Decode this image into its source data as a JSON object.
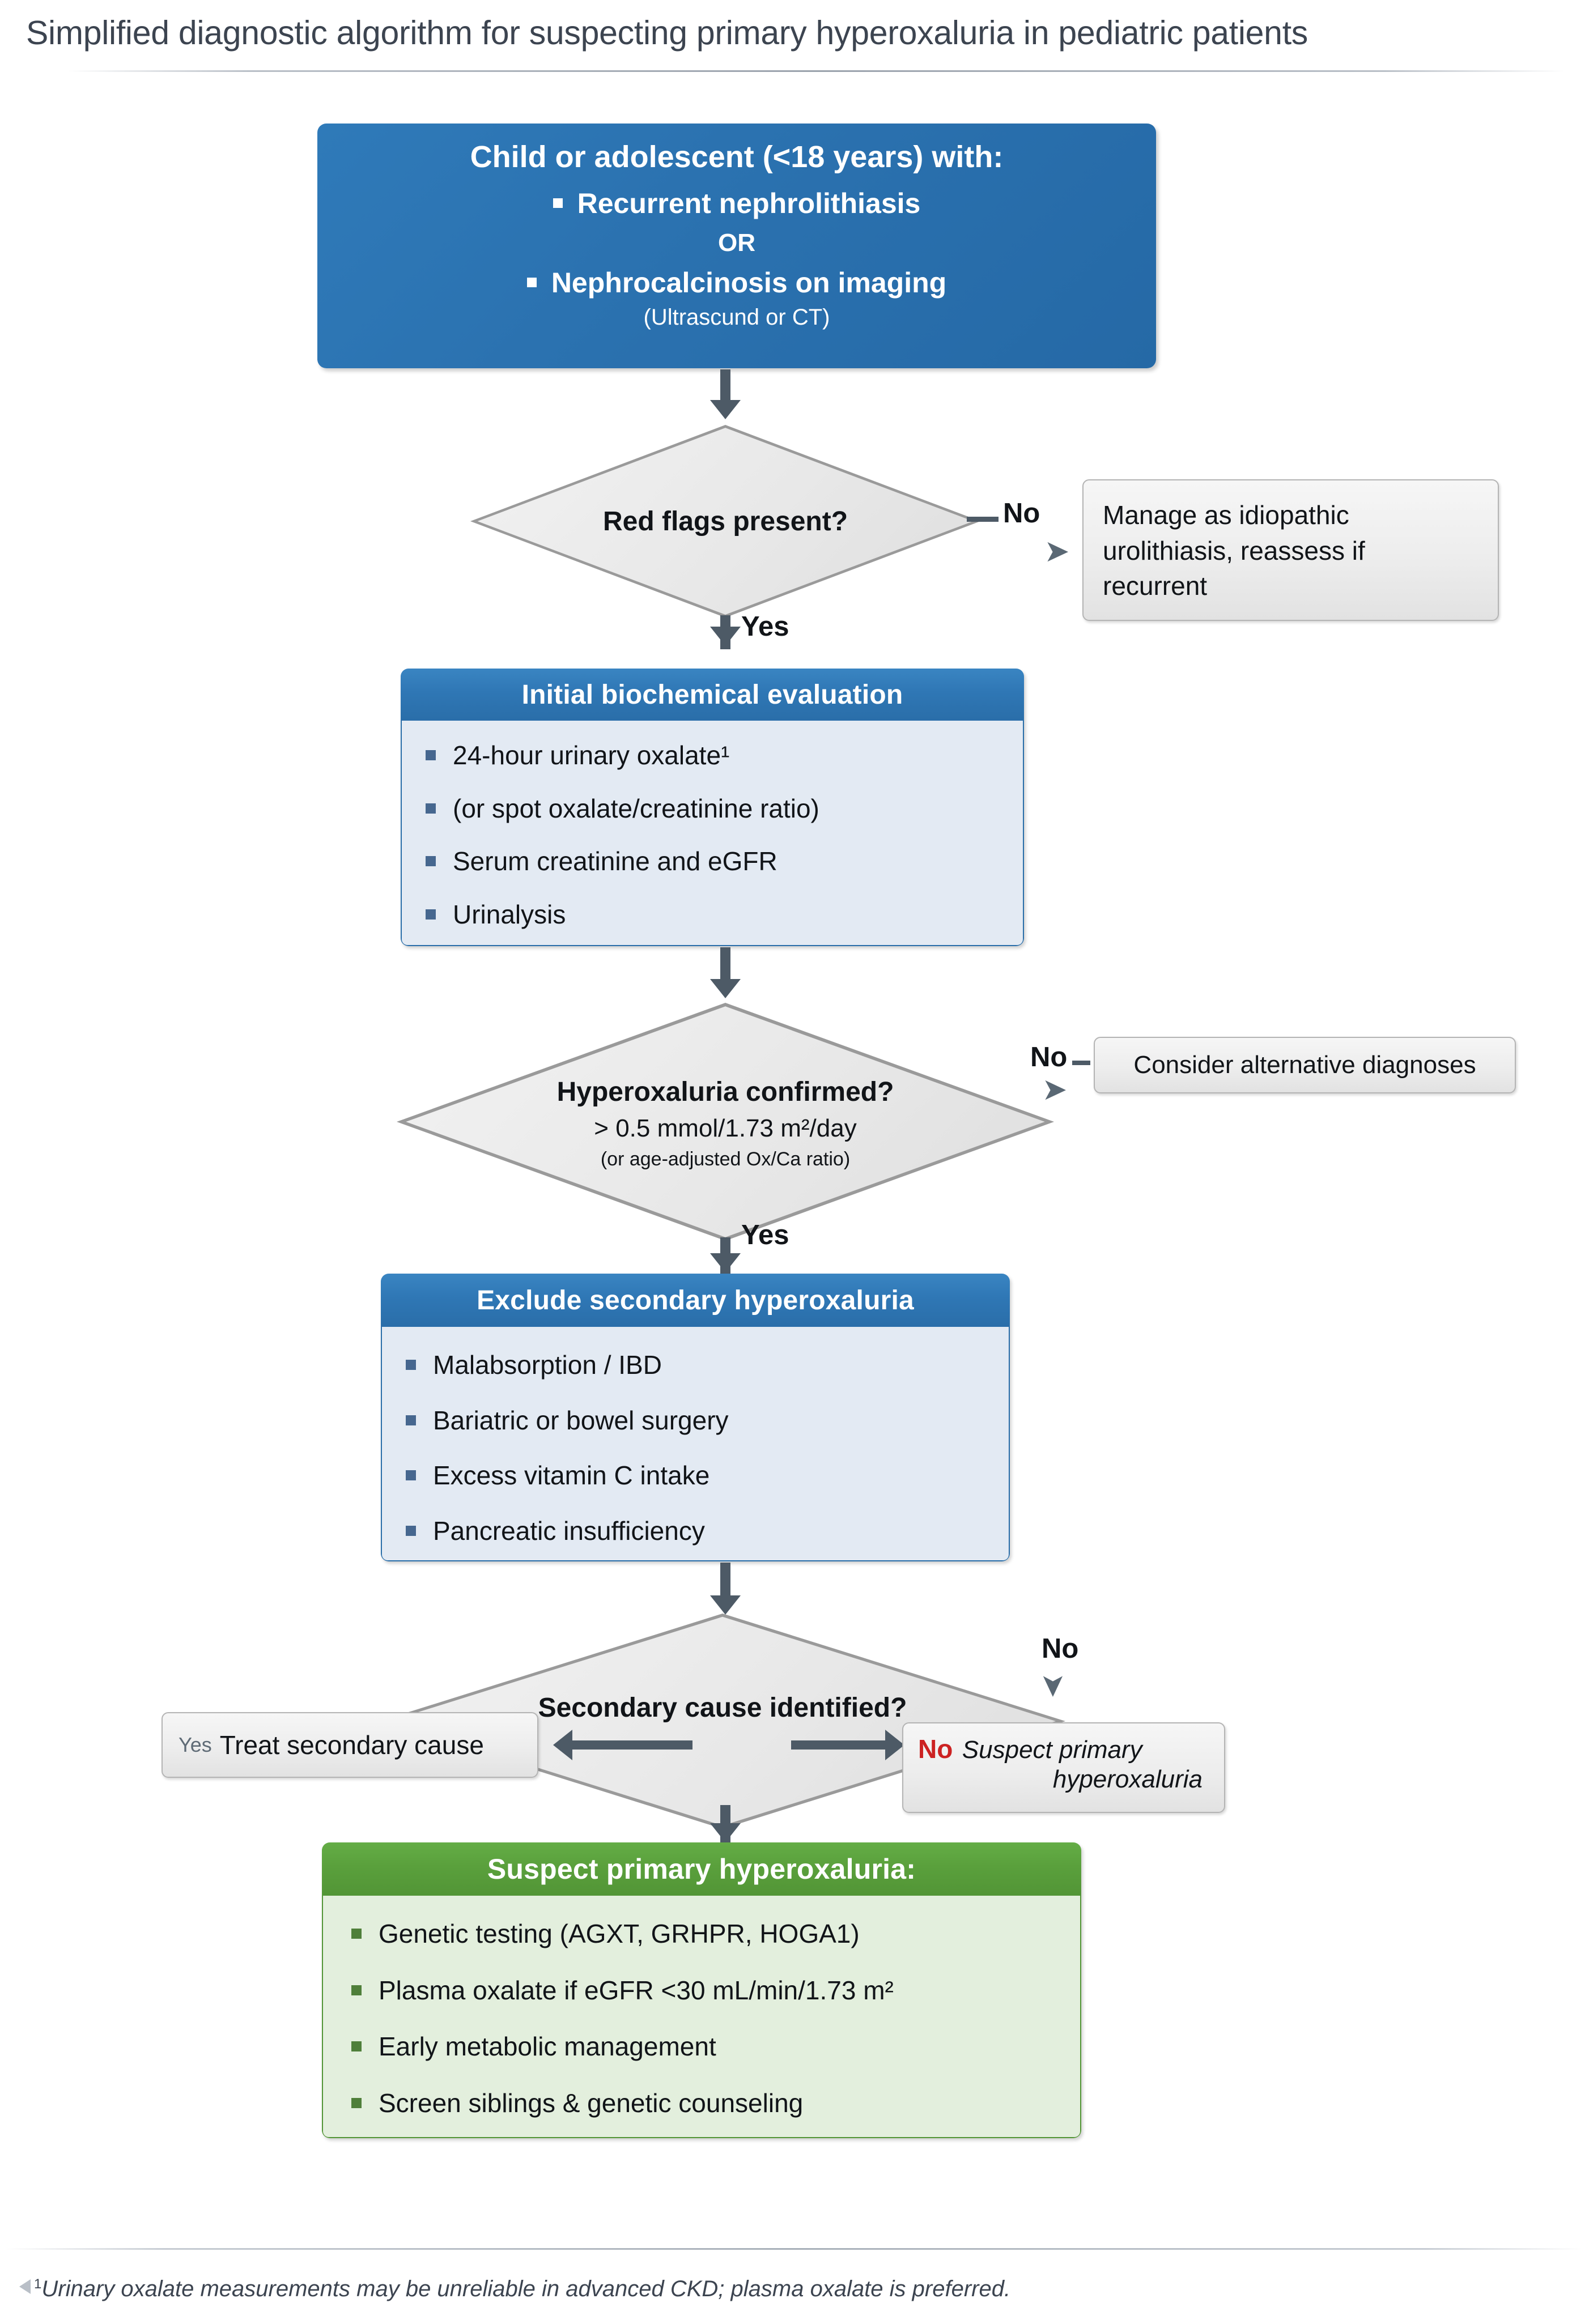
{
  "title": "Simplified diagnostic algorithm for suspecting primary hyperoxaluria in pediatric patients",
  "top_block": {
    "heading": "Child or adolescent (<18 years) with:",
    "bullet_1": "Recurrent nephrolithiasis",
    "connector": "OR",
    "bullet_2": "Nephrocalcinosis on imaging",
    "subtext": "(Ultrascund or CT)",
    "fill_color": "#2b72b0"
  },
  "decision_1": {
    "question": "Red flags present?",
    "no_label": "No",
    "yes_label": "Yes"
  },
  "side_box_1": {
    "line_1": "Manage as idiopathic",
    "line_2": "urolithiasis, reassess if",
    "line_3": "recurrent"
  },
  "card_initial": {
    "header": "Initial biochemical evaluation",
    "items": [
      "24-hour urinary oxalate¹",
      "(or spot oxalate/creatinine ratio)",
      "Serum creatinine and eGFR",
      "Urinalysis"
    ],
    "header_color": "#2f77b5",
    "body_color": "#e3eaf3"
  },
  "decision_2": {
    "question": "Hyperoxaluria confirmed?",
    "criterion": "> 0.5 mmol/1.73 m²/day",
    "criterion_alt": "(or age-adjusted Ox/Ca ratio)",
    "no_label": "No",
    "yes_label": "Yes"
  },
  "side_box_2": {
    "text": "Consider alternative diagnoses"
  },
  "card_exclude": {
    "header": "Exclude secondary hyperoxaluria",
    "items": [
      "Malabsorption / IBD",
      "Bariatric or bowel surgery",
      "Excess vitamin C intake",
      "Pancreatic insufficiency"
    ],
    "header_color": "#2f77b5",
    "body_color": "#e3eaf3"
  },
  "decision_3": {
    "question": "Secondary cause identified?",
    "no_label": "No"
  },
  "treat_box": {
    "tag": "Yes",
    "text": "Treat secondary cause"
  },
  "suspect_box": {
    "tag": "No",
    "tag_color": "#cc2222",
    "line_1": "Suspect primary",
    "line_2": "hyperoxaluria"
  },
  "card_final": {
    "header": "Suspect primary hyperoxaluria:",
    "items": [
      "Genetic testing (AGXT, GRHPR, HOGA1)",
      "Plasma oxalate if eGFR <30 mL/min/1.73 m²",
      "Early metabolic management",
      "Screen siblings & genetic counseling"
    ],
    "header_color": "#5aa03c",
    "body_color": "#e3efdd"
  },
  "footnote": {
    "marker": "1",
    "text": "Urinary oxalate measurements may be unreliable in advanced CKD; plasma oxalate is preferred."
  }
}
